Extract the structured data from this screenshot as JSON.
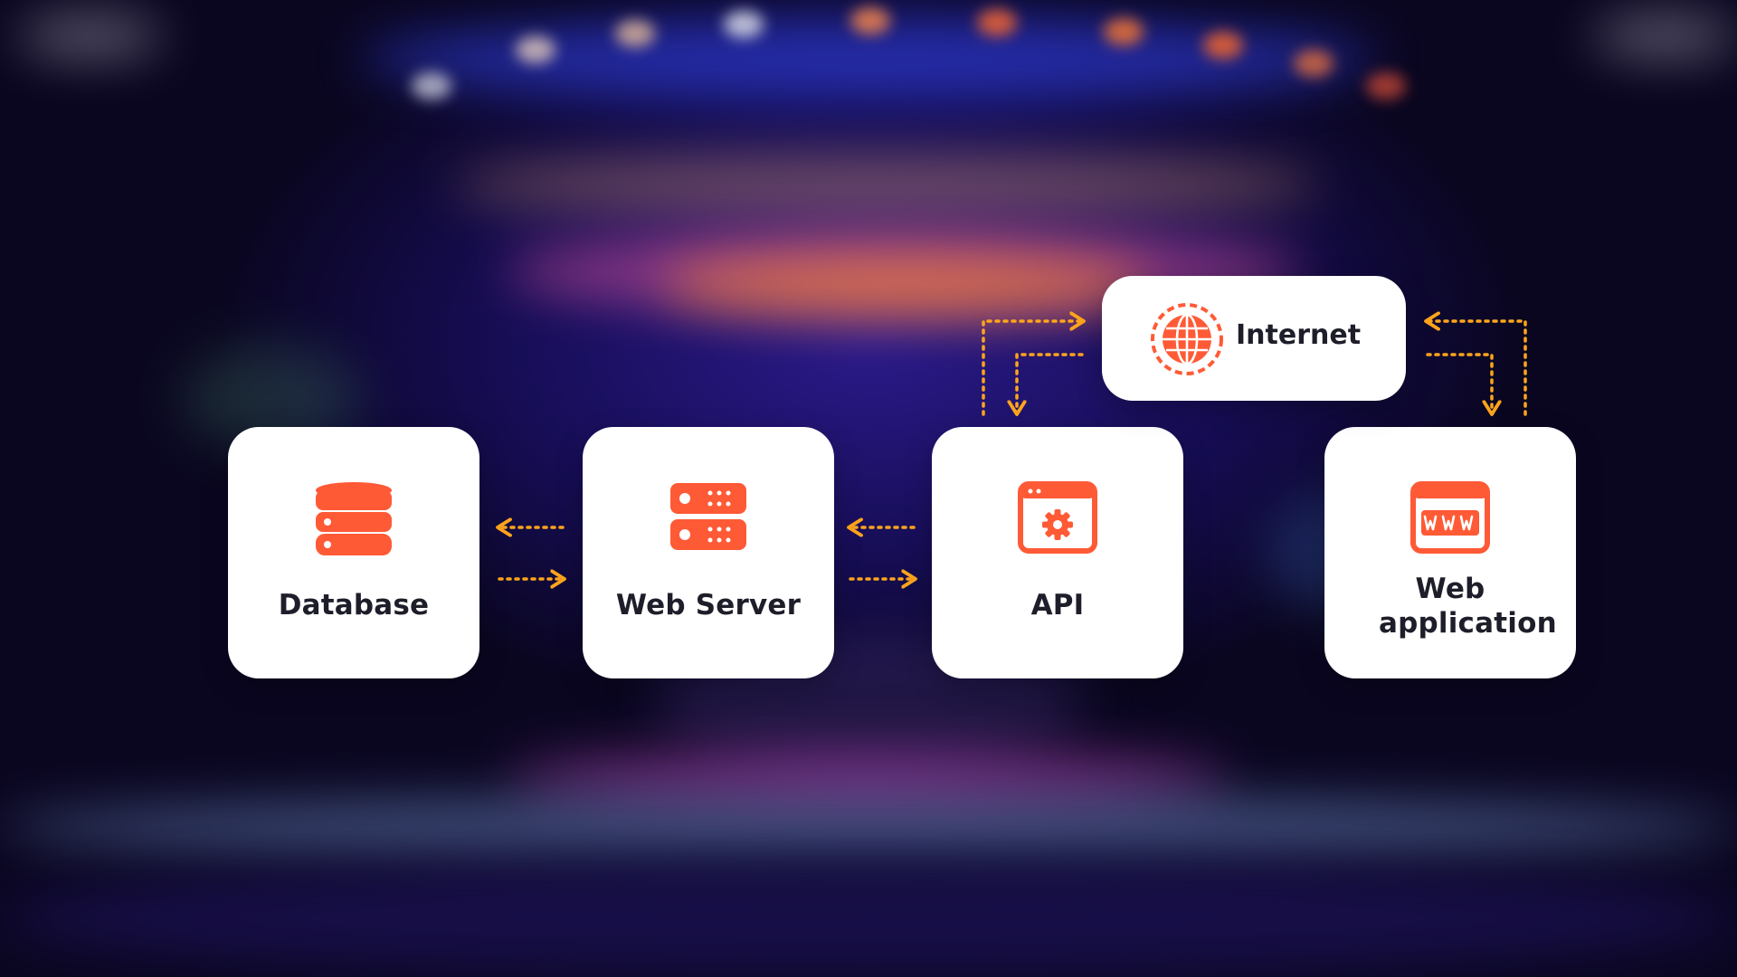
{
  "diagram": {
    "nodes": [
      {
        "id": "database",
        "label": "Database"
      },
      {
        "id": "web-server",
        "label": "Web Server"
      },
      {
        "id": "api",
        "label": "API"
      },
      {
        "id": "web-application",
        "label": "Web application"
      },
      {
        "id": "internet",
        "label": "Internet"
      }
    ],
    "edges": [
      {
        "from": "web-server",
        "to": "database"
      },
      {
        "from": "database",
        "to": "web-server"
      },
      {
        "from": "api",
        "to": "web-server"
      },
      {
        "from": "web-server",
        "to": "api"
      },
      {
        "from": "api",
        "to": "internet"
      },
      {
        "from": "internet",
        "to": "api"
      },
      {
        "from": "web-application",
        "to": "internet"
      },
      {
        "from": "internet",
        "to": "web-application"
      }
    ]
  },
  "icons": {
    "database": "database-icon",
    "web-server": "server-icon",
    "api": "api-gear-window-icon",
    "web-application": "www-browser-icon",
    "internet": "globe-icon"
  },
  "colors": {
    "icon_accent": "#ff5a36",
    "arrow": "#ffa51c",
    "card": "#ffffff",
    "label_text": "#1e1e2a"
  }
}
